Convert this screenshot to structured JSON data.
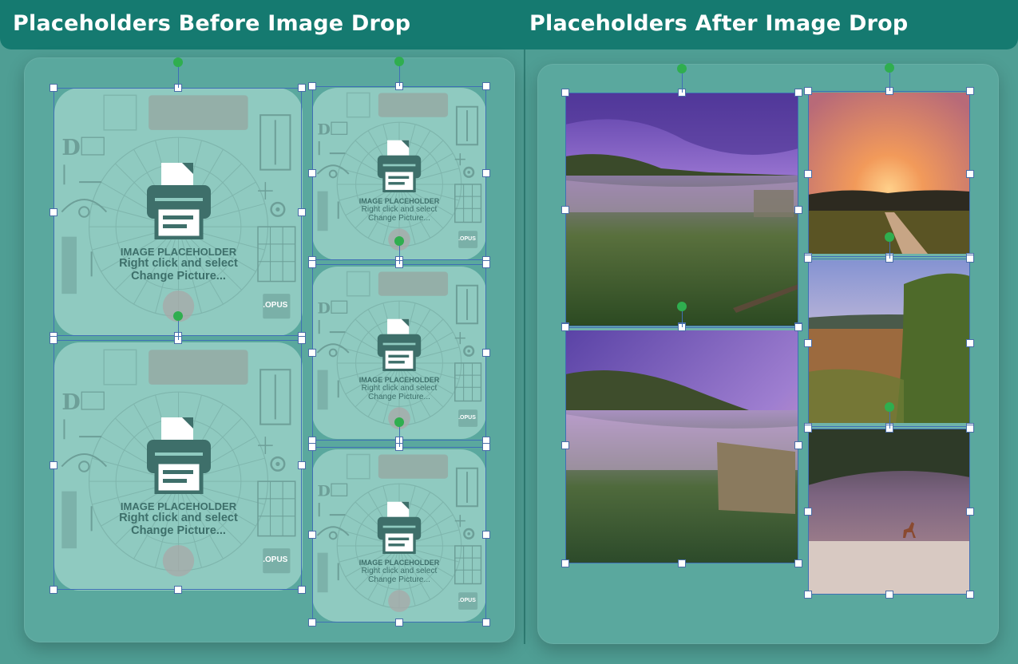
{
  "header": {
    "left_title": "Placeholders Before Image Drop",
    "right_title": "Placeholders After Image Drop"
  },
  "placeholder": {
    "line1": "IMAGE PLACEHOLDER",
    "line2": "Right click and select",
    "line3": "Change Picture...",
    "badge": ".OPUS",
    "icons": [
      "printer-icon",
      "document-icon",
      "grid-icon",
      "crosshair-icon",
      "ruler-icon",
      "pen-tool-icon",
      "text-cursor-icon",
      "circle-icon"
    ]
  },
  "photos": [
    {
      "name": "photo-misty-meadow",
      "description_colors": [
        "#7c5fc4",
        "#b98bd6",
        "#4c6b3a"
      ]
    },
    {
      "name": "photo-sunset-path",
      "description_colors": [
        "#d98a6a",
        "#f0a050",
        "#3c3322"
      ]
    },
    {
      "name": "photo-fog-ruins",
      "description_colors": [
        "#6a5ab8",
        "#c98ec8",
        "#3b5a36"
      ]
    },
    {
      "name": "photo-field-trees",
      "description_colors": [
        "#8a9ad0",
        "#b47c4c",
        "#4e6b32"
      ]
    },
    {
      "name": "photo-deer-meadow",
      "description_colors": [
        "#5d5a6c",
        "#8b6f8c",
        "#d6c7c0"
      ]
    }
  ],
  "colors": {
    "header": "#157a70",
    "background": "#4f9e94",
    "panel": "#5aa89e",
    "placeholder": "#8fcac0",
    "handle_border": "#4a6ea8",
    "rotation_handle": "#2fae4f"
  }
}
